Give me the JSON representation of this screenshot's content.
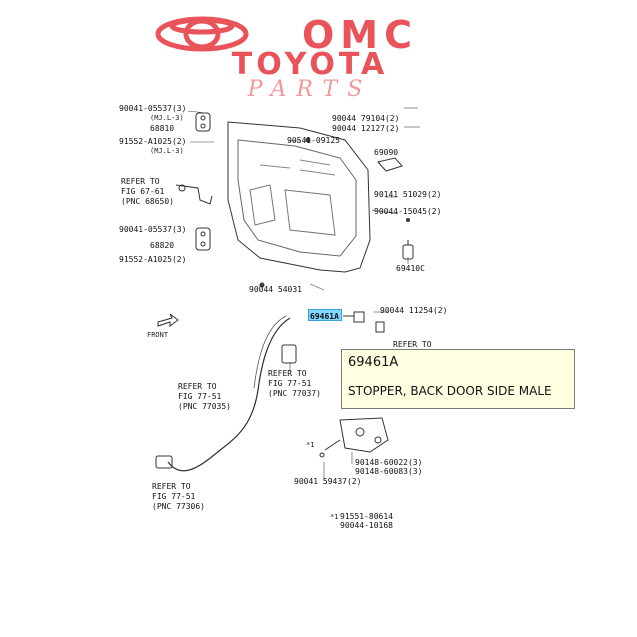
{
  "logo": {
    "line1": "OMC",
    "line2": "TOYOTA",
    "line3": "PARTS",
    "color": "#e8545a"
  },
  "callouts": {
    "c1": "90041-05537(3)",
    "c2": "(MJ.L-3)",
    "c3": "68810",
    "c4": "91552-A1025(2)",
    "c5": "(MJ.L-3)",
    "c6": "REFER TO",
    "c7": "FIG 67-61",
    "c8": "(PNC 68650)",
    "c9": "90041-05537(3)",
    "c10": "68820",
    "c11": "91552-A1025(2)",
    "c12": "90541-09125",
    "c13": "90044 79104(2)",
    "c14": "90044 12127(2)",
    "c15": "69090",
    "c16": "90141 51029(2)",
    "c17": "90044-15045(2)",
    "c18": "69410C",
    "c19": "90044 54031",
    "c20": "69461A",
    "c21": "90044 11254(2)",
    "c22": "REFER TO",
    "c23": "FRONT",
    "c24": "REFER TO",
    "c25": "FIG 77-51",
    "c26": "(PNC 77035)",
    "c27": "REFER TO",
    "c28": "FIG 77-51",
    "c29": "(PNC 77037)",
    "c30": "REFER TO",
    "c31": "FIG 77-51",
    "c32": "(PNC 77306)",
    "c33": "90148-60022(3)",
    "c34": "90148-60083(3)",
    "c35": "90041 59437(2)",
    "c36": "91551-80614",
    "c37": "90044-10168",
    "c38": "*1",
    "c39": "*1"
  },
  "tooltip": {
    "part_code": "69461A",
    "description": "STOPPER, BACK DOOR SIDE MALE"
  }
}
